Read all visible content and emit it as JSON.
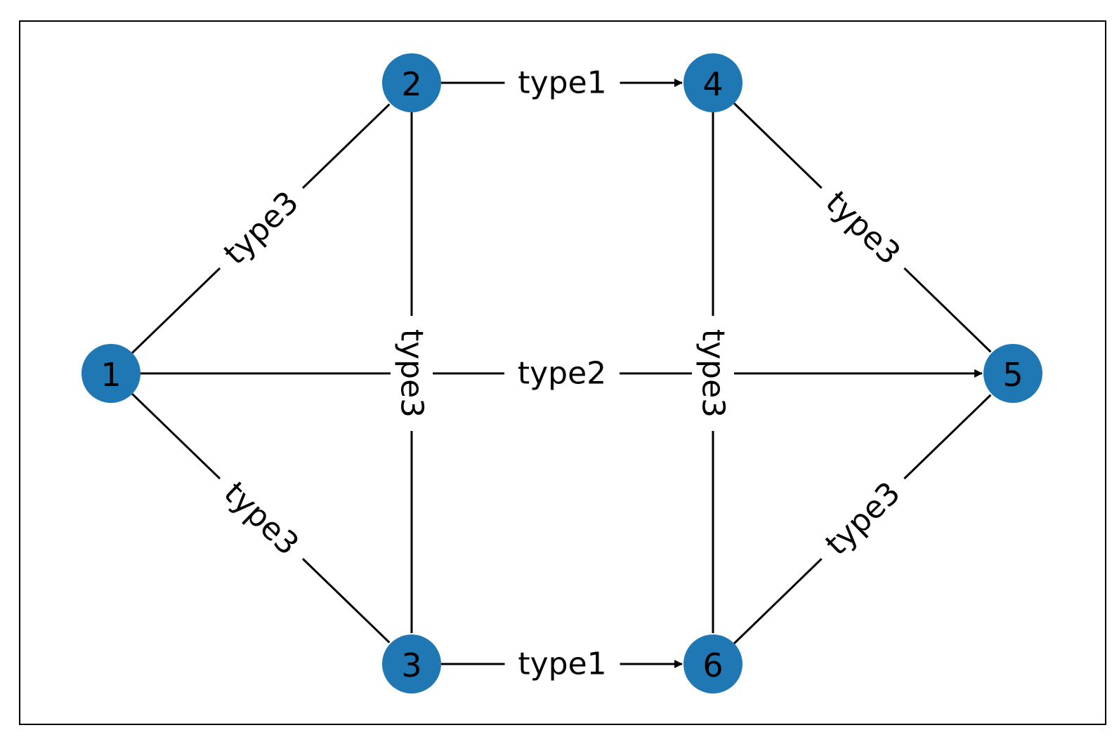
{
  "graph": {
    "node_color": "#1f77b4",
    "edge_color": "#000000",
    "nodes": [
      {
        "id": "1",
        "label": "1"
      },
      {
        "id": "2",
        "label": "2"
      },
      {
        "id": "3",
        "label": "3"
      },
      {
        "id": "4",
        "label": "4"
      },
      {
        "id": "5",
        "label": "5"
      },
      {
        "id": "6",
        "label": "6"
      }
    ],
    "edges": [
      {
        "source": "1",
        "target": "2",
        "label": "type3",
        "directed": false
      },
      {
        "source": "1",
        "target": "3",
        "label": "type3",
        "directed": false
      },
      {
        "source": "2",
        "target": "3",
        "label": "type3",
        "directed": false
      },
      {
        "source": "4",
        "target": "6",
        "label": "type3",
        "directed": false
      },
      {
        "source": "4",
        "target": "5",
        "label": "type3",
        "directed": false
      },
      {
        "source": "6",
        "target": "5",
        "label": "type3",
        "directed": false
      },
      {
        "source": "1",
        "target": "5",
        "label": "type2",
        "directed": true
      },
      {
        "source": "2",
        "target": "4",
        "label": "type1",
        "directed": true
      },
      {
        "source": "3",
        "target": "6",
        "label": "type1",
        "directed": true
      }
    ]
  }
}
